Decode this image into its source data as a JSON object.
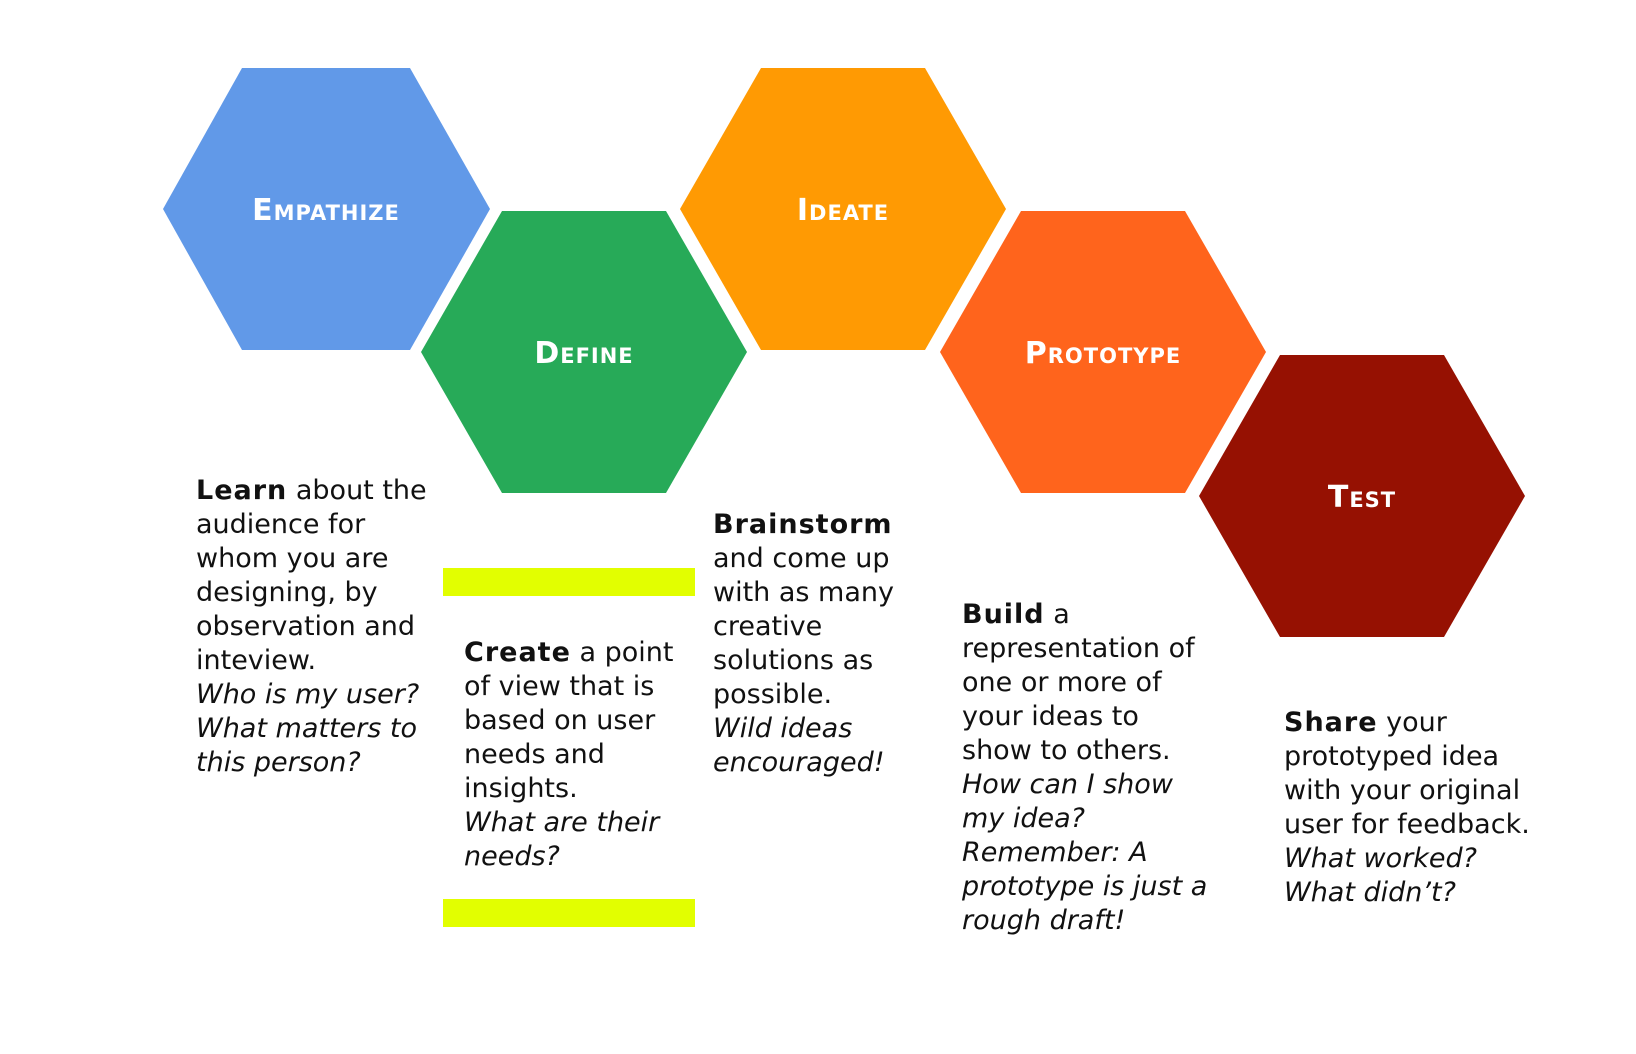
{
  "colors": {
    "empathize": "#6199e8",
    "define": "#27aa58",
    "ideate": "#ff9a03",
    "prototype": "#ff641c",
    "test": "#961102",
    "highlight": "#e2ff00"
  },
  "stages": [
    {
      "label": "Empathize",
      "lead": "Learn",
      "body": " about the audience for whom you are designing, by observation and inteview.",
      "question": "Who is my user? What matters to this person?"
    },
    {
      "label": "Define",
      "lead": "Create",
      "body": " a point of view that is based on user needs and insights.",
      "question": "What are their needs?"
    },
    {
      "label": "Ideate",
      "lead": "Brainstorm",
      "body": " and come up with as many creative solutions as possible.",
      "question": "Wild ideas encouraged!"
    },
    {
      "label": "Prototype",
      "lead": "Build",
      "body": " a representation of one or more of your ideas to show to others.",
      "question": "How can I show my idea? Remember: A prototype is just a rough draft!"
    },
    {
      "label": "Test",
      "lead": "Share",
      "body": " your prototyped idea with your original user for feedback.",
      "question": "What worked? What didn’t?"
    }
  ]
}
